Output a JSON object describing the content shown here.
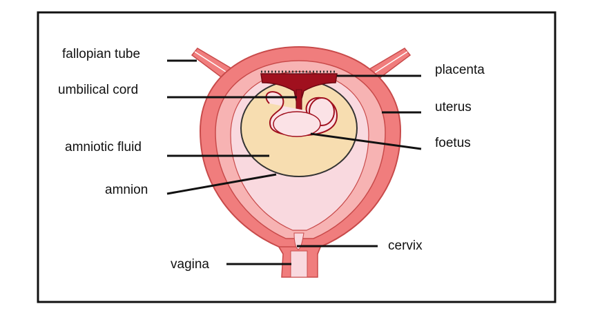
{
  "labels": {
    "fallopian_tube": "fallopian tube",
    "umbilical_cord": "umbilical cord",
    "amniotic_fluid": "amniotic fluid",
    "amnion": "amnion",
    "vagina": "vagina",
    "placenta": "placenta",
    "uterus": "uterus",
    "foetus": "foetus",
    "cervix": "cervix"
  },
  "colors": {
    "uterus_wall": "#f07d7d",
    "uterus_outline": "#c84a4a",
    "inner_lining": "#f7b3b3",
    "cavity": "#f9d9df",
    "placenta": "#a0101e",
    "amnion_sac": "#f7ddb0",
    "foetus": "#fbe2e6",
    "border": "#111111"
  }
}
